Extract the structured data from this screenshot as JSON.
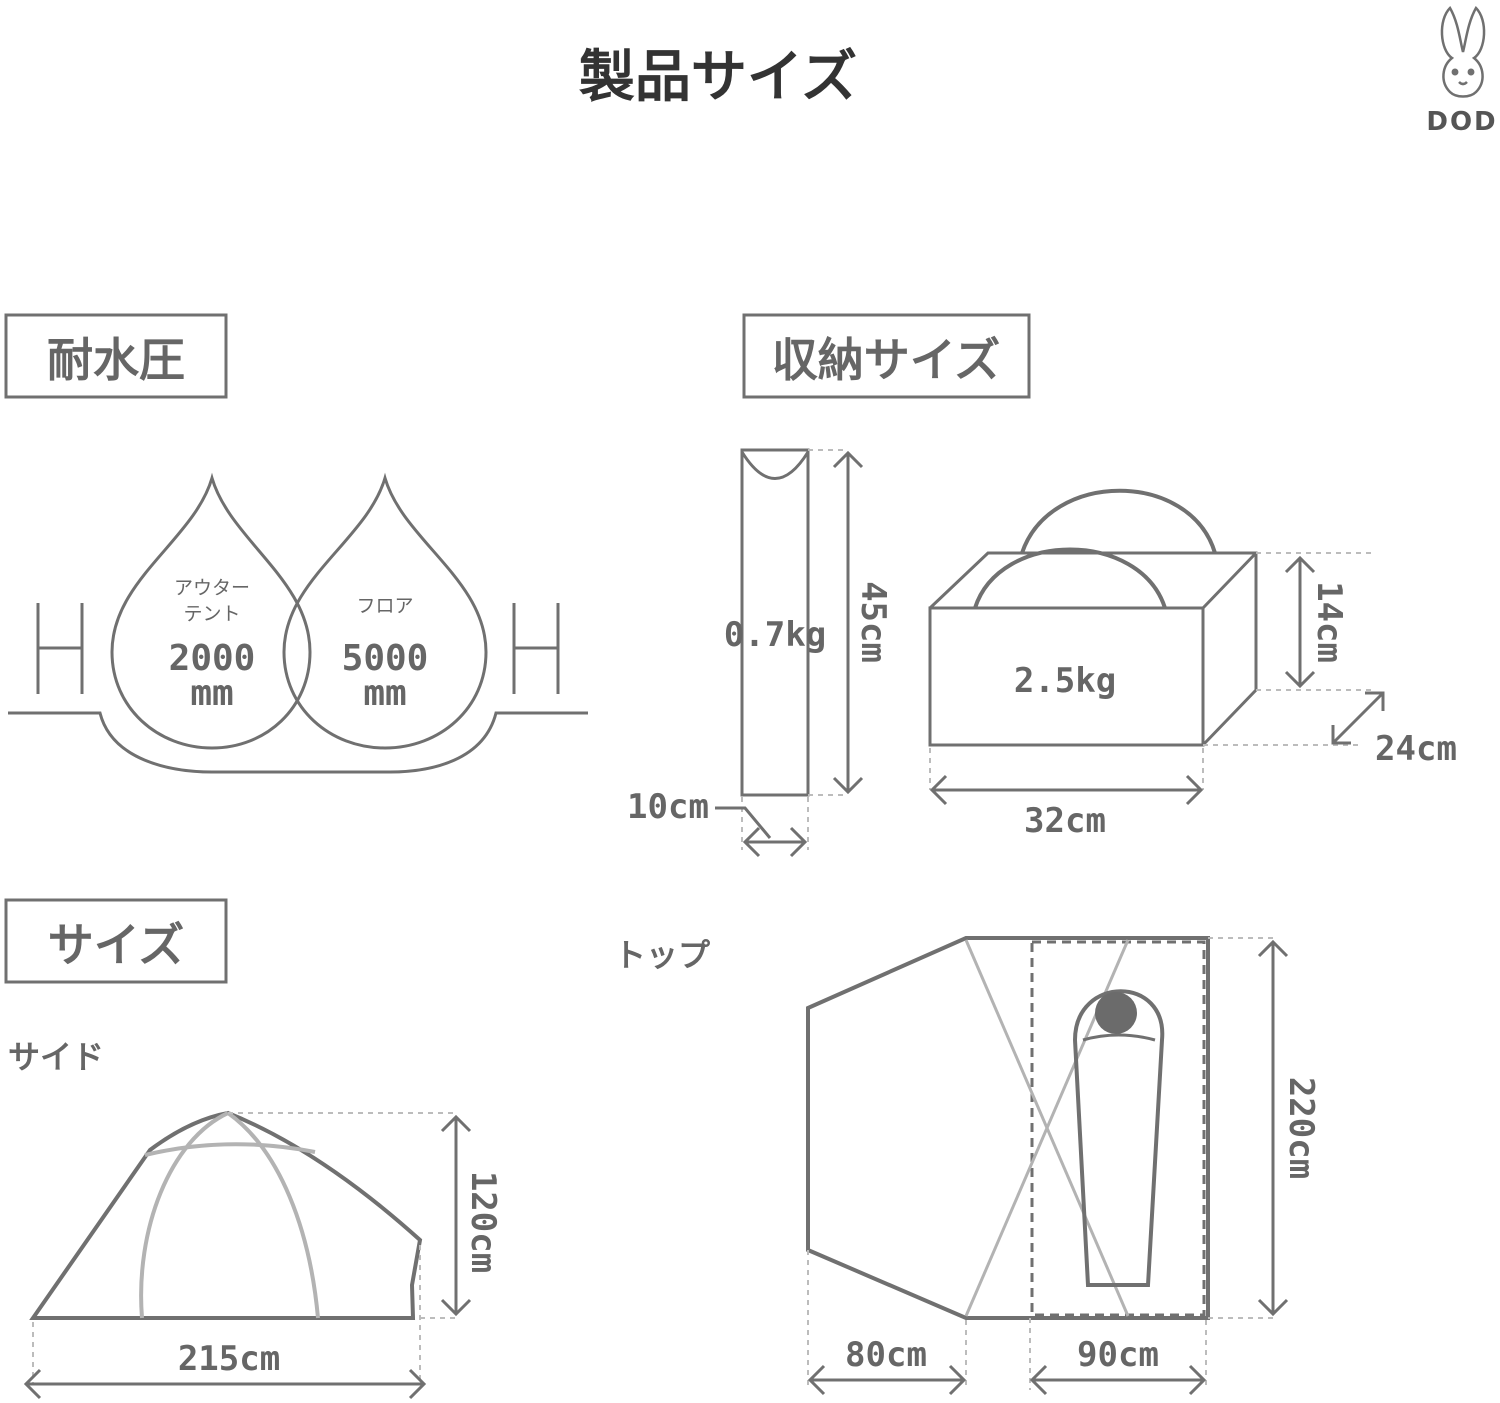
{
  "title": "製品サイズ",
  "logo": {
    "text": "DOD",
    "icon": "rabbit-icon"
  },
  "sections": {
    "water_pressure": {
      "heading": "耐水圧",
      "outer": {
        "label_line1": "アウター",
        "label_line2": "テント",
        "value": "2000",
        "unit": "mm"
      },
      "floor": {
        "label": "フロア",
        "value": "5000",
        "unit": "mm"
      }
    },
    "storage": {
      "heading": "収納サイズ",
      "pole": {
        "weight": "0.7kg",
        "height": "45cm",
        "width": "10cm"
      },
      "bag": {
        "weight": "2.5kg",
        "height": "14cm",
        "depth": "24cm",
        "width": "32cm"
      }
    },
    "size": {
      "heading": "サイズ",
      "side": {
        "label": "サイド",
        "height": "120cm",
        "length": "215cm"
      },
      "top": {
        "label": "トップ",
        "length": "220cm",
        "vestibule": "80cm",
        "inner": "90cm"
      }
    }
  },
  "colors": {
    "line": "#707070",
    "light": "#b3b3b3",
    "dash": "#bcbcbc",
    "text": "#666666",
    "title": "#333333"
  }
}
